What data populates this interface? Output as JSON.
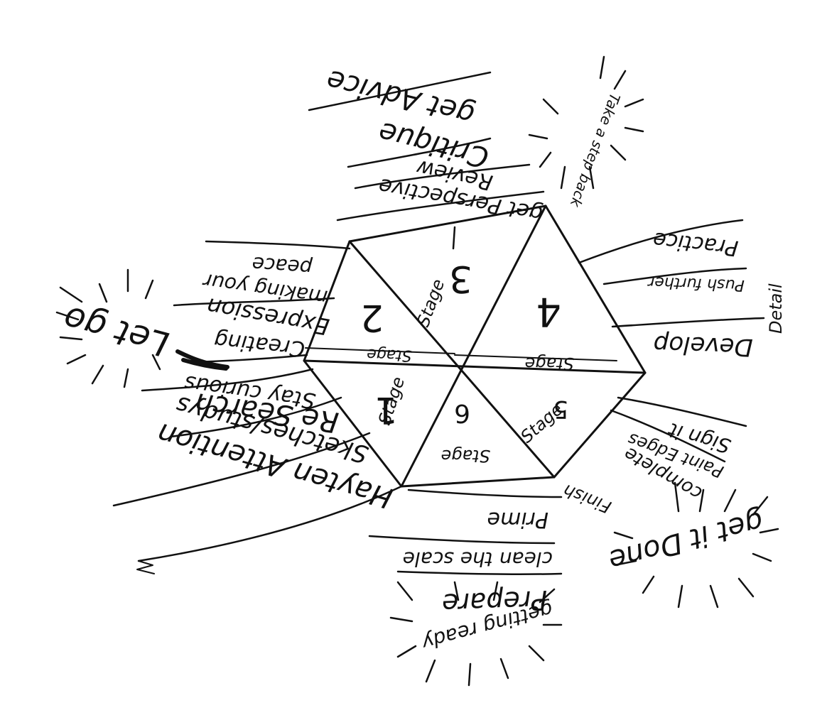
{
  "colors": {
    "ink": "#111111",
    "paper": "#ffffff"
  },
  "stages": {
    "s1": {
      "word": "Stage",
      "num": "1"
    },
    "s2": {
      "word": "Stage",
      "num": "2"
    },
    "s3": {
      "word": "Stage",
      "num": "3"
    },
    "s4": {
      "word": "Stage",
      "num": "4"
    },
    "s5": {
      "word": "Stage",
      "num": "5"
    },
    "s6": {
      "word": "Stage",
      "num": "6"
    }
  },
  "labels": {
    "research": "Re Search",
    "stay_curious": "Stay curious",
    "sketches": "Sketches/studys",
    "heighten": "Hayten Attention",
    "creating": "Creating",
    "expression": "Expression",
    "making": "making your",
    "peace": "peace",
    "get_perspective": "get Perspective",
    "review": "Review",
    "critique": "Critique",
    "get_advice": "get Advice",
    "practice": "Practice",
    "push_further": "Push further",
    "develop": "Develop",
    "detail": "Detail",
    "sign_it": "Sign it",
    "paint_edges": "Paint Edges",
    "complete": "complete",
    "finish": "Finish",
    "prime": "Prime",
    "clean_the_scale": "clean the scale",
    "prepare": "Prepare"
  },
  "bursts": {
    "let_go": "Let go",
    "take_step_back": "Take a step back",
    "get_it_done": "get it Done",
    "getting_ready": "getting ready"
  }
}
